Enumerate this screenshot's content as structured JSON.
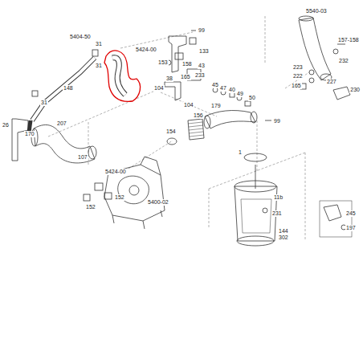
{
  "diagram": {
    "labels": [
      "5404-50",
      "31",
      "5424-00",
      "99",
      "133",
      "5540-03",
      "157-158",
      "232",
      "31",
      "148",
      "31",
      "153",
      "158",
      "43",
      "165",
      "38",
      "233",
      "104",
      "104",
      "223",
      "222",
      "165",
      "227",
      "230",
      "45",
      "47",
      "40",
      "49",
      "50",
      "179",
      "99",
      "26",
      "170",
      "207",
      "107",
      "154",
      "156",
      "1",
      "5424-00",
      "152",
      "152",
      "5400-02",
      "11b",
      "231",
      "144",
      "302",
      "245",
      "197"
    ]
  }
}
